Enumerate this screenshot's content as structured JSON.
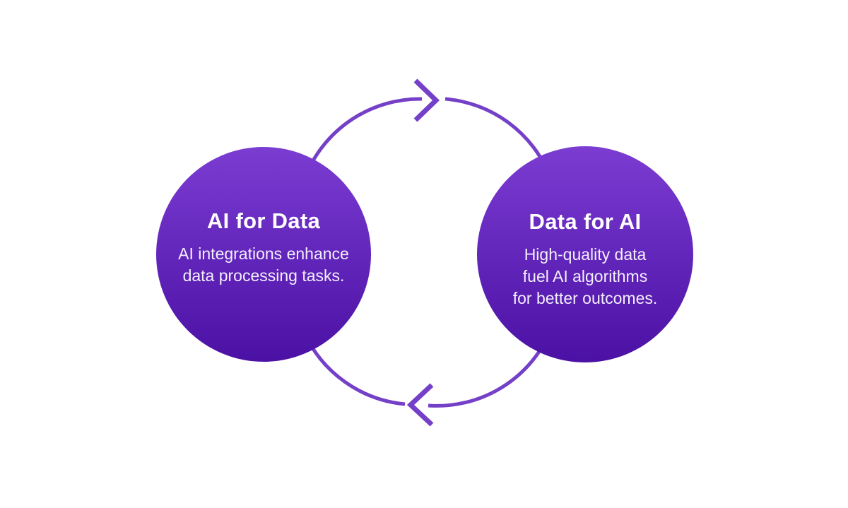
{
  "diagram": {
    "left_bubble": {
      "title": "AI for Data",
      "description": "AI integrations enhance\ndata processing tasks."
    },
    "right_bubble": {
      "title": "Data for AI",
      "description": "High-quality data\nfuel AI algorithms\nfor better outcomes."
    }
  },
  "colors": {
    "background": "#ffffff",
    "bubble_gradient_top": "#7b3cd2",
    "bubble_gradient_bottom": "#4b10a4",
    "arrow": "#7540c8",
    "text": "#ffffff"
  }
}
